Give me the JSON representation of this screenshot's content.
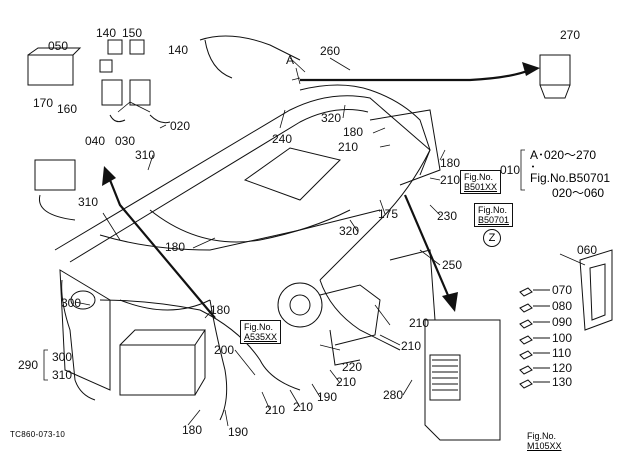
{
  "figure_code": "TC860-073-10",
  "view_marker": "A",
  "connector_marker": "Z",
  "callouts": {
    "c050": "050",
    "c140a": "140",
    "c150": "150",
    "c140b": "140",
    "c170": "170",
    "c160": "160",
    "c040": "040",
    "c030": "030",
    "c020": "020",
    "c310a": "310",
    "c310b": "310",
    "c260": "260",
    "c270": "270",
    "c320a": "320",
    "c240": "240",
    "c180a": "180",
    "c210a": "210",
    "c180b": "180",
    "c210b": "210",
    "c175": "175",
    "c230": "230",
    "c180c": "180",
    "c320b": "320",
    "c250": "250",
    "c060": "060",
    "c070": "070",
    "c080": "080",
    "c090": "090",
    "c100": "100",
    "c110": "110",
    "c120": "120",
    "c130": "130",
    "c300a": "300",
    "c290": "290",
    "c300b": "300",
    "c310c": "310",
    "c180d": "180",
    "c200": "200",
    "c220": "220",
    "c210c": "210",
    "c210d": "210",
    "c210e": "210",
    "c210f": "210",
    "c210g": "210",
    "c190a": "190",
    "c190b": "190",
    "c180e": "180",
    "c280": "280"
  },
  "refs": {
    "b501": {
      "prefix": "Fig.No.",
      "num": "B501XX"
    },
    "b507": {
      "prefix": "Fig.No.",
      "num": "B50701"
    },
    "a535": {
      "prefix": "Fig.No.",
      "num": "A535XX"
    },
    "m105": {
      "prefix": "Fig.No.",
      "num": "M105XX"
    }
  },
  "note": {
    "label": "010",
    "line1": "A･020～270",
    "line2": "･",
    "line3": "Fig.No.B50701",
    "line4": "020～060"
  }
}
